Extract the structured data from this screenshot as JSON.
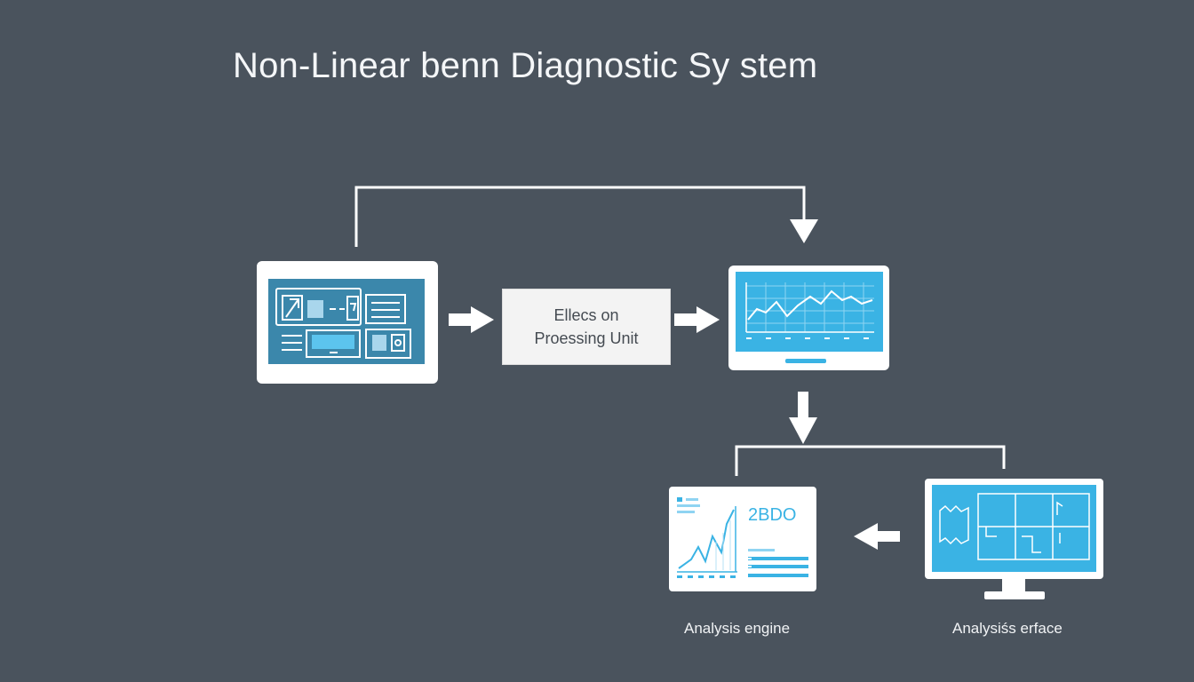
{
  "title": "Non-Linear benn Diagnostic Sy stem",
  "nodes": {
    "input_device": {
      "icon": "dashboard-tablet-icon"
    },
    "processing": {
      "line1": "Ellecs on",
      "line2": "Proessing Unit"
    },
    "monitor": {
      "icon": "line-chart-monitor-icon"
    },
    "analysis_engine": {
      "label": "Analysis engine",
      "readout": "2BDO",
      "icon": "report-chart-icon"
    },
    "analysis_interface": {
      "label": "Analysiśs erface",
      "icon": "floorplan-monitor-icon"
    }
  },
  "colors": {
    "background": "#4a535d",
    "accent": "#3aaee0",
    "accent_dark": "#2f7fa6",
    "panel": "#ffffff",
    "arrow": "#ffffff"
  }
}
